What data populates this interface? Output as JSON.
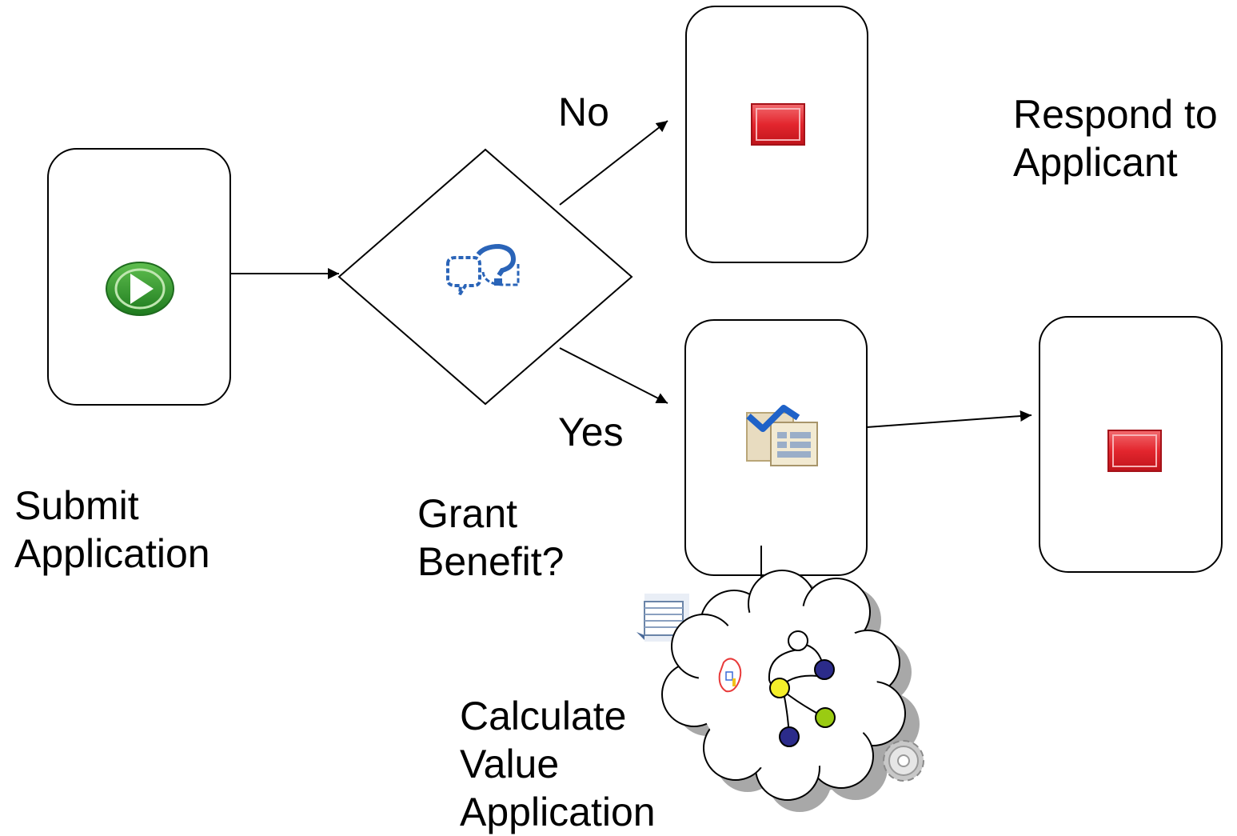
{
  "labels": {
    "submit": [
      "Submit",
      "Application"
    ],
    "grant": [
      "Grant",
      "Benefit?"
    ],
    "no": "No",
    "yes": "Yes",
    "respond": [
      "Respond to",
      "Applicant"
    ],
    "calculate": [
      "Calculate",
      "Value",
      "Application"
    ]
  },
  "icons": {
    "start": "play-icon",
    "decision": "question-icon",
    "end_no": "stop-icon",
    "task": "checklist-document-icon",
    "end_yes": "stop-icon",
    "table": "table-icon",
    "cloud": "cloud-icon",
    "gear": "gear-icon"
  },
  "colors": {
    "start_green": "#2e8b2e",
    "stop_red": "#e0242c",
    "decision_blue": "#2a64b8",
    "node_navy": "#2b2b8a",
    "node_yellow": "#f4ef2a",
    "node_green": "#9acb12"
  }
}
